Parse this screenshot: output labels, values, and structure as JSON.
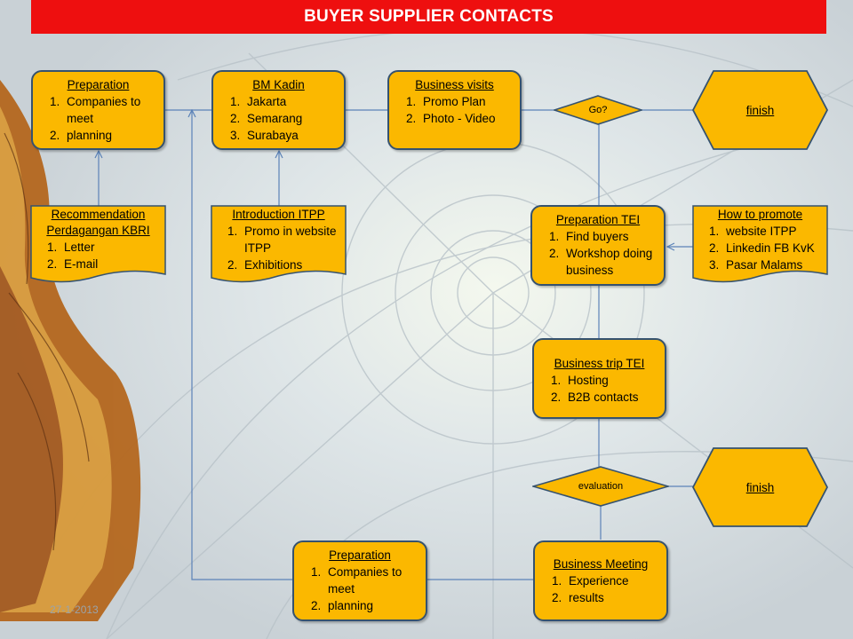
{
  "header": {
    "title": "BUYER SUPPLIER CONTACTS"
  },
  "boxes": {
    "prep_top": {
      "title": "Preparation",
      "items": [
        "Companies to meet",
        "planning"
      ]
    },
    "bm_kadin": {
      "title": "BM Kadin",
      "items": [
        "Jakarta",
        "Semarang",
        "Surabaya"
      ]
    },
    "business_visits": {
      "title": "Business visits",
      "items": [
        "Promo  Plan",
        "Photo  - Video"
      ]
    },
    "recommendation": {
      "title": "Recommendation Perdagangan KBRI",
      "items": [
        "Letter",
        "E-mail"
      ]
    },
    "introduction": {
      "title": "Introduction  ITPP",
      "items": [
        "Promo  in website ITPP",
        "Exhibitions"
      ]
    },
    "prep_tei": {
      "title": "Preparation TEI",
      "items": [
        "Find buyers",
        "Workshop doing business"
      ]
    },
    "how_to_promote": {
      "title": "How to promote",
      "items": [
        "website ITPP",
        "Linkedin FB KvK",
        "Pasar Malams"
      ]
    },
    "business_trip": {
      "title": "Business trip TEI",
      "items": [
        "Hosting",
        "B2B contacts"
      ]
    },
    "prep_bottom": {
      "title": "Preparation",
      "items": [
        "Companies to meet",
        "planning"
      ]
    },
    "business_meeting": {
      "title": "Business Meeting",
      "items": [
        " Experience",
        "results"
      ]
    }
  },
  "decisions": {
    "go": "Go?",
    "evaluation": "evaluation"
  },
  "terminals": {
    "finish_top": "finish",
    "finish_bottom": "finish"
  },
  "footer": {
    "date": "27-1-2013"
  }
}
